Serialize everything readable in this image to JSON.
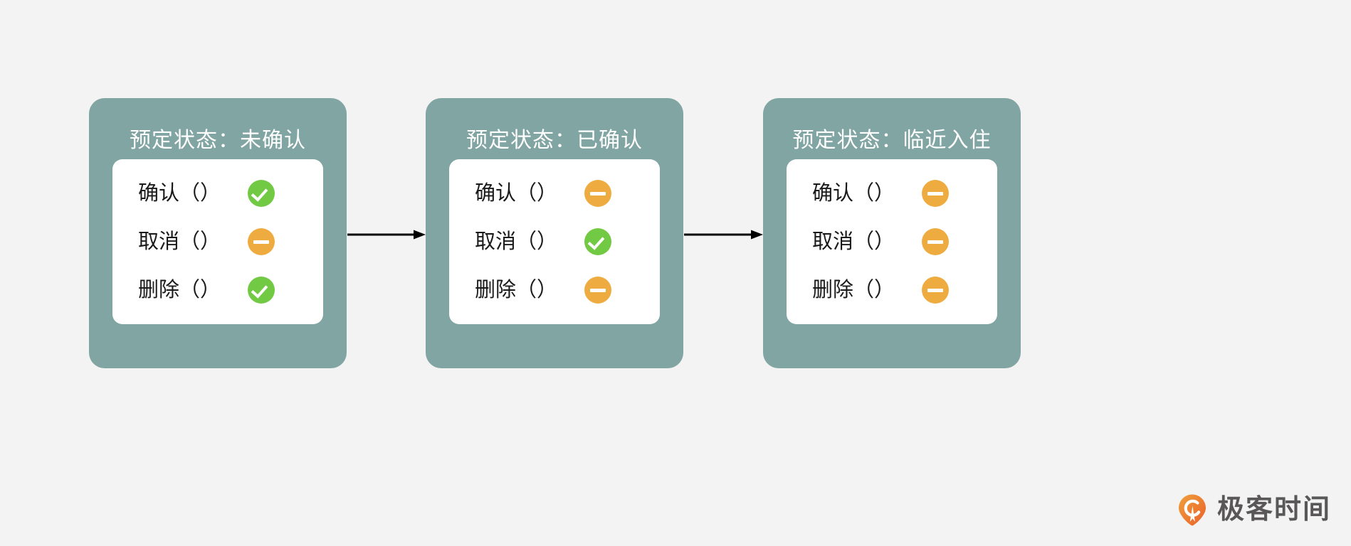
{
  "background_color": "#f2f3f2",
  "card_color": "#81a5a3",
  "inner_card_color": "#ffffff",
  "status_colors": {
    "allowed": "#72c944",
    "blocked": "#eeac40"
  },
  "diagram": {
    "cards": [
      {
        "title": "预定状态：未确认",
        "rows": [
          {
            "label": "确认（）",
            "status": "allowed",
            "icon": "check-circle-icon"
          },
          {
            "label": "取消（）",
            "status": "blocked",
            "icon": "minus-circle-icon"
          },
          {
            "label": "删除（）",
            "status": "allowed",
            "icon": "check-circle-icon"
          }
        ]
      },
      {
        "title": "预定状态：已确认",
        "rows": [
          {
            "label": "确认（）",
            "status": "blocked",
            "icon": "minus-circle-icon"
          },
          {
            "label": "取消（）",
            "status": "allowed",
            "icon": "check-circle-icon"
          },
          {
            "label": "删除（）",
            "status": "blocked",
            "icon": "minus-circle-icon"
          }
        ]
      },
      {
        "title": "预定状态：临近入住",
        "rows": [
          {
            "label": "确认（）",
            "status": "blocked",
            "icon": "minus-circle-icon"
          },
          {
            "label": "取消（）",
            "status": "blocked",
            "icon": "minus-circle-icon"
          },
          {
            "label": "删除（）",
            "status": "blocked",
            "icon": "minus-circle-icon"
          }
        ]
      }
    ],
    "arrows": [
      {
        "icon": "arrow-right-icon",
        "from": 0,
        "to": 1
      },
      {
        "icon": "arrow-right-icon",
        "from": 1,
        "to": 2
      }
    ]
  },
  "watermark": {
    "text": "极客时间",
    "logo_icon": "geekbang-logo-icon",
    "logo_color": "#ef7f22",
    "text_color": "#595757"
  }
}
